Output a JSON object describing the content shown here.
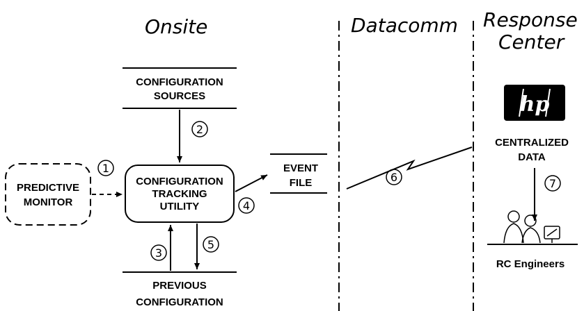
{
  "sections": {
    "onsite": "Onsite",
    "datacomm": "Datacomm",
    "response_center_line1": "Response",
    "response_center_line2": "Center"
  },
  "nodes": {
    "configuration_sources": {
      "line1": "CONFIGURATION",
      "line2": "SOURCES"
    },
    "predictive_monitor": {
      "line1": "PREDICTIVE",
      "line2": "MONITOR"
    },
    "configuration_tracking_utility": {
      "line1": "CONFIGURATION",
      "line2": "TRACKING",
      "line3": "UTILITY"
    },
    "event_file": {
      "line1": "EVENT",
      "line2": "FILE"
    },
    "previous_configuration": {
      "line1": "PREVIOUS",
      "line2": "CONFIGURATION"
    },
    "centralized_data": {
      "line1": "CENTRALIZED",
      "line2": "DATA"
    },
    "rc_engineers": {
      "label": "RC Engineers"
    }
  },
  "logo": {
    "text": "hp",
    "icon": "hp-logo"
  },
  "steps": [
    "1",
    "2",
    "3",
    "4",
    "5",
    "6",
    "7"
  ]
}
